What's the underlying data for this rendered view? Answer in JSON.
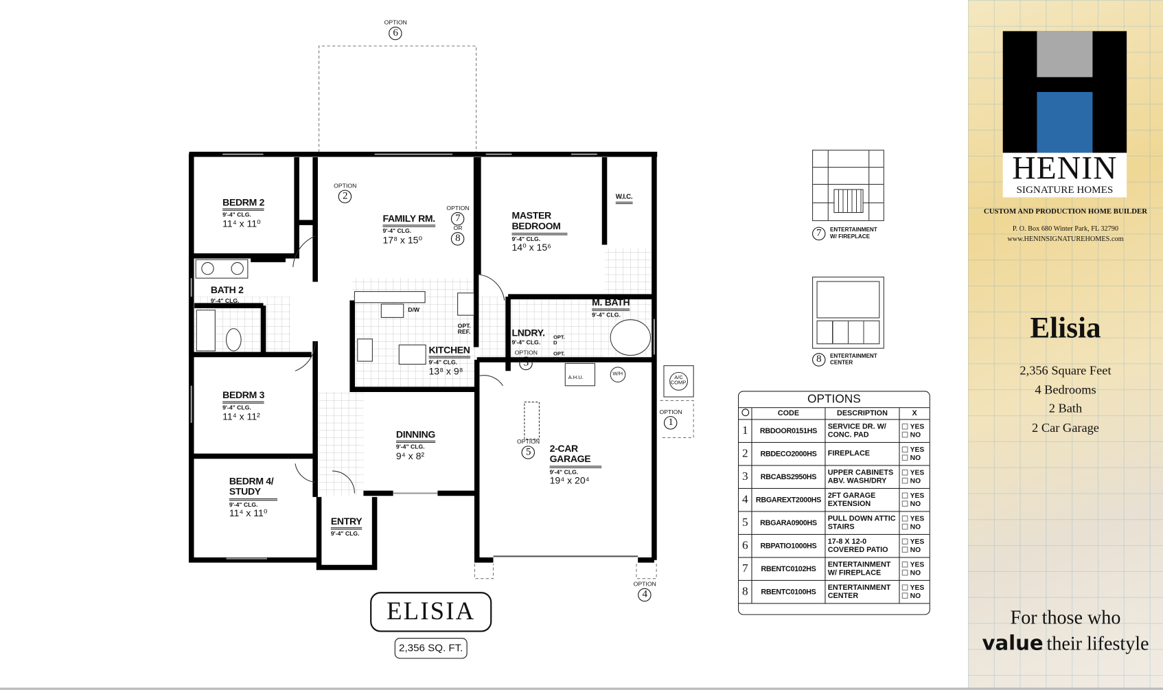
{
  "plan": {
    "name": "ELISIA",
    "sqft": "2,356 SQ. FT.",
    "rooms": [
      {
        "name": "BEDRM 2",
        "clg": "9'-4\" CLG.",
        "dim": "11⁴ x 11⁰"
      },
      {
        "name": "FAMILY RM.",
        "clg": "9'-4\" CLG.",
        "dim": "17⁸ x 15⁰"
      },
      {
        "name": "MASTER BEDROOM",
        "clg": "9'-4\" CLG.",
        "dim": "14⁰ x 15⁶"
      },
      {
        "name": "W.I.C."
      },
      {
        "name": "BATH 2",
        "clg": "9'-4\" CLG."
      },
      {
        "name": "KITCHEN",
        "clg": "9'-4\" CLG.",
        "dim": "13⁸ x 9⁸"
      },
      {
        "name": "LNDRY.",
        "clg": "9'-4\" CLG."
      },
      {
        "name": "M. BATH",
        "clg": "9'-4\" CLG."
      },
      {
        "name": "BEDRM 3",
        "clg": "9'-4\" CLG.",
        "dim": "11⁴ x 11²"
      },
      {
        "name": "DINNING",
        "clg": "9'-4\" CLG.",
        "dim": "9⁴ x 8²"
      },
      {
        "name": "2-CAR GARAGE",
        "clg": "9'-4\" CLG.",
        "dim": "19⁴ x 20⁴"
      },
      {
        "name": "BEDRM 4/ STUDY",
        "clg": "9'-4\" CLG.",
        "dim": "11⁴ x 11⁰"
      },
      {
        "name": "ENTRY",
        "clg": "9'-4\" CLG."
      }
    ],
    "labels": {
      "option": "OPTION",
      "or": "OR",
      "dw": "D/W",
      "opt_ref": "OPT. REF.",
      "opt_d": "OPT. D",
      "opt_w": "OPT. W",
      "ahu": "A.H.U.",
      "wh": "W/H",
      "ac": "A/C COMP."
    }
  },
  "entertainment": [
    {
      "num": "7",
      "label": "ENTERTAINMENT W/ FIREPLACE"
    },
    {
      "num": "8",
      "label": "ENTERTAINMENT CENTER"
    }
  ],
  "options": {
    "title": "OPTIONS",
    "headers": [
      "CODE",
      "DESCRIPTION",
      "X"
    ],
    "yes": "YES",
    "no": "NO",
    "rows": [
      {
        "n": "1",
        "code": "RBDOOR0151HS",
        "desc": "SERVICE DR. W/ CONC. PAD"
      },
      {
        "n": "2",
        "code": "RBDECO2000HS",
        "desc": "FIREPLACE"
      },
      {
        "n": "3",
        "code": "RBCABS2950HS",
        "desc": "UPPER CABINETS ABV. WASH/DRY"
      },
      {
        "n": "4",
        "code": "RBGAREXT2000HS",
        "desc": "2FT GARAGE EXTENSION"
      },
      {
        "n": "5",
        "code": "RBGARA0900HS",
        "desc": "PULL DOWN ATTIC STAIRS"
      },
      {
        "n": "6",
        "code": "RBPATIO1000HS",
        "desc": "17-8 X 12-0 COVERED PATIO"
      },
      {
        "n": "7",
        "code": "RBENTC0102HS",
        "desc": "ENTERTAINMENT W/ FIREPLACE"
      },
      {
        "n": "8",
        "code": "RBENTC0100HS",
        "desc": "ENTERTAINMENT CENTER"
      }
    ]
  },
  "brand": {
    "logo_text": "HENIN",
    "logo_sub": "SIGNATURE HOMES",
    "tagline": "CUSTOM AND PRODUCTION HOME BUILDER",
    "address": "P. O. Box 680 Winter Park, FL 32790",
    "website": "www.HENINSIGNATUREHOMES.com",
    "model": "Elisia",
    "features": [
      "2,356 Square Feet",
      "4 Bedrooms",
      "2 Bath",
      "2 Car Garage"
    ],
    "slogan1": "For those who",
    "slogan_bold": "value",
    "slogan2": "their lifestyle",
    "colors": {
      "blue": "#2a6aa8",
      "gray": "#a9a9a9"
    }
  }
}
